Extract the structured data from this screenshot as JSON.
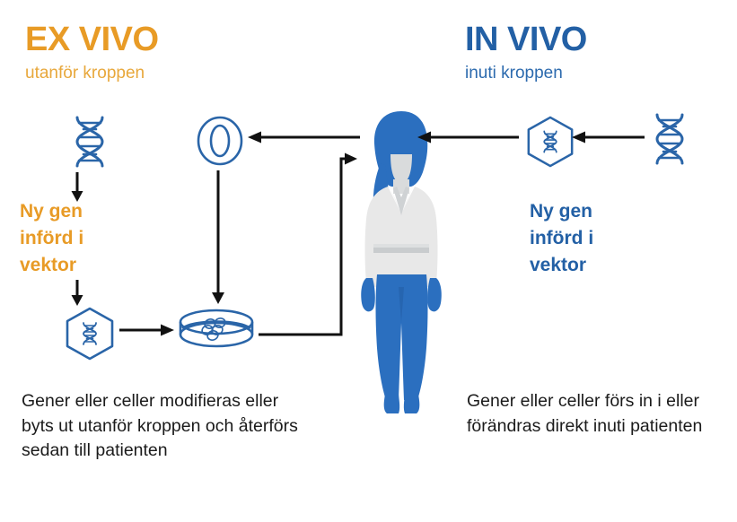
{
  "colors": {
    "orange": "#E89B26",
    "blue": "#2360A5",
    "icon_blue": "#2A65A8",
    "figure_blue": "#2B6FBF",
    "jacket": "#E8E8E8",
    "arrow_black": "#111111",
    "background": "#FFFFFF",
    "caption_text": "#1B1B1B"
  },
  "headings": {
    "left": {
      "title": "EX VIVO",
      "subtitle": "utanför kroppen"
    },
    "right": {
      "title": "IN VIVO",
      "subtitle": "inuti kroppen"
    }
  },
  "steps": {
    "left_label": "Ny gen\ninförd i\nvektor",
    "right_label": "Ny gen\ninförd i\nvektor"
  },
  "captions": {
    "left": "Gener eller celler modifieras eller byts ut utanför kroppen och återförs sedan till patienten",
    "right": "Gener eller celler förs in i eller förändras direkt inuti patienten"
  },
  "icons": {
    "dna_left": "dna-helix-icon",
    "vector_left": "hexagon-vector-dna-icon",
    "cell": "cell-with-nucleus-icon",
    "petri_dish": "petri-dish-with-cells-icon",
    "vector_right": "hexagon-vector-dna-icon",
    "dna_right": "dna-helix-icon",
    "patient": "female-patient-silhouette-icon"
  },
  "flow": {
    "arrow_dna_to_label_left": "arrow-down",
    "arrow_label_to_vector_left": "arrow-down",
    "arrow_vector_to_petri": "arrow-right",
    "arrow_cell_to_petri": "arrow-down",
    "arrow_petri_to_patient": "elbow-arrow-right-up",
    "arrow_patient_to_cell": "arrow-left",
    "arrow_patient_in_1": "arrow-left",
    "arrow_patient_in_2": "arrow-left"
  }
}
